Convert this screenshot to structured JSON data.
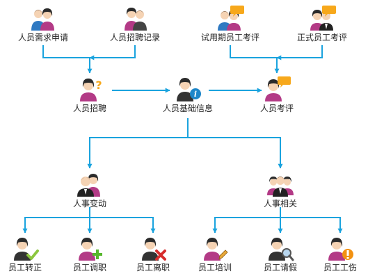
{
  "colors": {
    "connector": "#1AA3DE",
    "label": "#222222",
    "female_hair": "#2b2b2b",
    "female_shirt": "#b33a86",
    "male_hair": "#4a2f1a",
    "male_shirt": "#2f79c2",
    "male_suit": "#222222",
    "skin": "#f5d3b4",
    "bubble": "#f7a81b",
    "info_badge": "#1d86c9",
    "check_badge": "#8cc63f",
    "plus_badge": "#57b82d",
    "cross_badge": "#d62b2b",
    "search_badge": "#b8d6ee",
    "warning_badge": "#f29111",
    "pencil_badge": "#e9a93a"
  },
  "nodes": {
    "demand": {
      "label": "人员需求申请",
      "icon": "people-pair-icon"
    },
    "records": {
      "label": "人员招聘记录",
      "icon": "people-pair-icon"
    },
    "trial": {
      "label": "试用期员工考评",
      "icon": "people-chat-icon"
    },
    "formal": {
      "label": "正式员工考评",
      "icon": "people-chat-icon"
    },
    "recruit": {
      "label": "人员招聘",
      "icon": "person-question-icon"
    },
    "basic": {
      "label": "人员基础信息",
      "icon": "person-info-icon"
    },
    "appraisal": {
      "label": "人员考评",
      "icon": "person-chat-icon"
    },
    "changes": {
      "label": "人事变动",
      "icon": "people-pair-icon"
    },
    "related": {
      "label": "人事相关",
      "icon": "people-group-icon"
    },
    "regular": {
      "label": "员工转正",
      "icon": "person-check-icon"
    },
    "transfer": {
      "label": "员工调职",
      "icon": "person-plus-icon"
    },
    "leave": {
      "label": "员工离职",
      "icon": "person-cross-icon"
    },
    "training": {
      "label": "员工培训",
      "icon": "person-pencil-icon"
    },
    "absence": {
      "label": "员工请假",
      "icon": "person-search-icon"
    },
    "injury": {
      "label": "员工工伤",
      "icon": "person-warning-icon"
    }
  }
}
